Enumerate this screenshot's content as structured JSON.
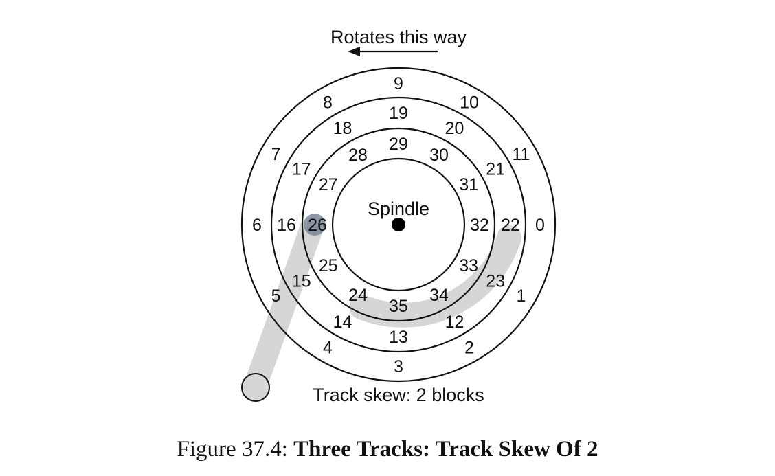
{
  "rotation_label": "Rotates this way",
  "spindle_label": "Spindle",
  "skew_label": "Track skew: 2 blocks",
  "caption": {
    "prefix": "Figure 37.4:",
    "title": "Three Tracks: Track Skew Of 2"
  },
  "tracks": [
    {
      "name": "outer",
      "sectors": [
        "0",
        "1",
        "2",
        "3",
        "4",
        "5",
        "6",
        "7",
        "8",
        "9",
        "10",
        "11"
      ]
    },
    {
      "name": "middle",
      "sectors": [
        "22",
        "23",
        "12",
        "13",
        "14",
        "15",
        "16",
        "17",
        "18",
        "19",
        "20",
        "21"
      ]
    },
    {
      "name": "inner",
      "sectors": [
        "32",
        "33",
        "34",
        "35",
        "24",
        "25",
        "26",
        "27",
        "28",
        "29",
        "30",
        "31"
      ]
    }
  ],
  "head_position_sector": "26",
  "colors": {
    "arm": "#d6d6d6",
    "head": "#7a8597",
    "ink": "#111111"
  }
}
